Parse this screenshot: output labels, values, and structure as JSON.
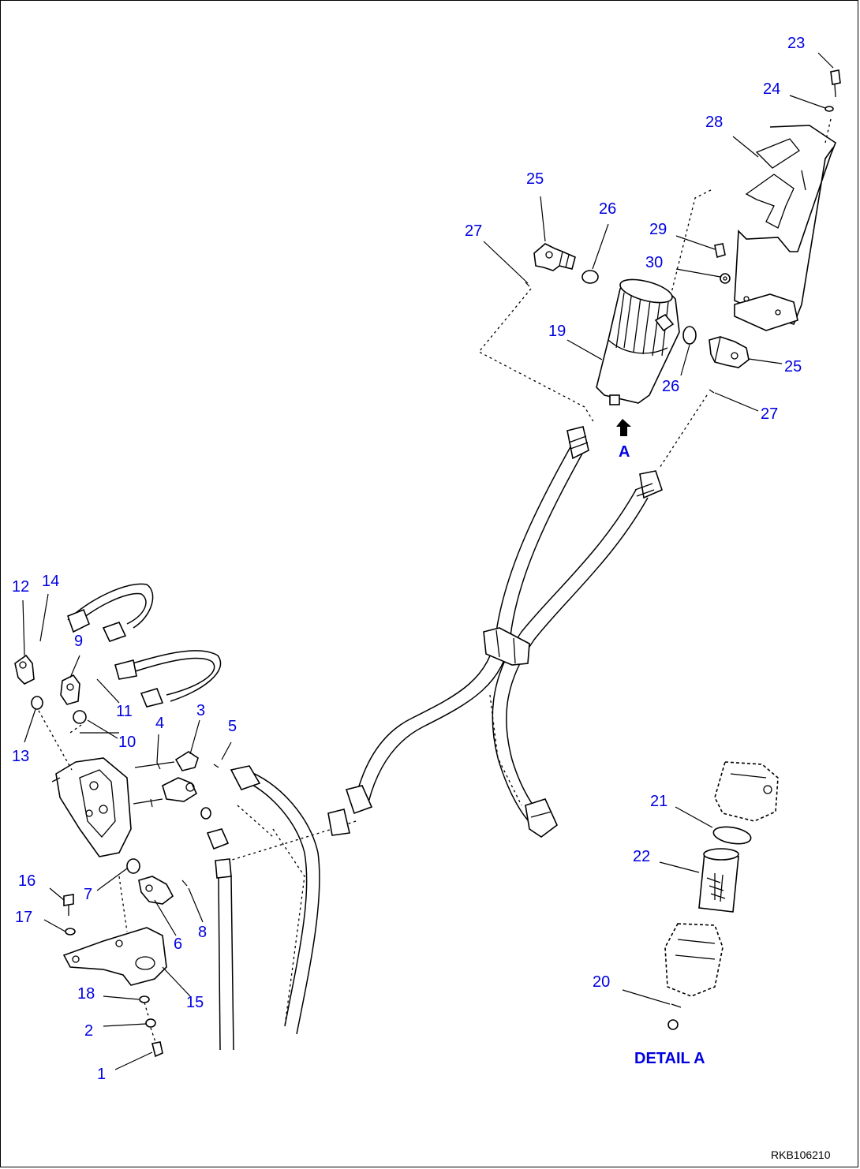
{
  "diagram": {
    "reference_code": "RKB106210",
    "detail_label": "DETAIL A",
    "view_arrow_label": "A",
    "callouts": {
      "c1": "1",
      "c2": "2",
      "c3": "3",
      "c4": "4",
      "c5": "5",
      "c6": "6",
      "c7": "7",
      "c8": "8",
      "c9": "9",
      "c10": "10",
      "c11": "11",
      "c12": "12",
      "c13": "13",
      "c14": "14",
      "c15": "15",
      "c16": "16",
      "c17": "17",
      "c18": "18",
      "c19": "19",
      "c20": "20",
      "c21": "21",
      "c22": "22",
      "c23": "23",
      "c24": "24",
      "c25a": "25",
      "c25b": "25",
      "c26a": "26",
      "c26b": "26",
      "c27a": "27",
      "c27b": "27",
      "c28": "28",
      "c29": "29",
      "c30": "30"
    },
    "colors": {
      "callout": "#0000e0",
      "linework": "#000000",
      "background": "#ffffff"
    }
  }
}
